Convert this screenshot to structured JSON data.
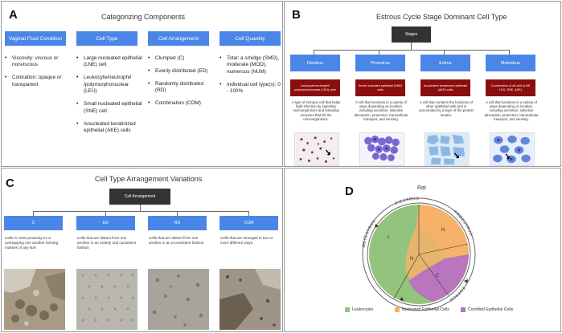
{
  "panelA": {
    "letter": "A",
    "title": "Categorizing Components",
    "columns": [
      {
        "header": "Vaginal Fluid Condition",
        "items": [
          "Viscosity: viscous or nonviscous",
          "Coloration: opaque or transparent"
        ]
      },
      {
        "header": "Cell Type",
        "items": [
          "Large nucleated epithelial (LNE) cell",
          "Leukocyte/neutrophil /polymorphonuclear (LEU)",
          "Small nucleated epithelial (SNE) cell",
          "Anucleated keratinized epithelial (AKE) cells"
        ]
      },
      {
        "header": "Cell Arrangement",
        "items": [
          "Clumped (C)",
          "Evenly distributed (ED)",
          "Randomly distributed (RD)",
          "Combination (COM)"
        ]
      },
      {
        "header": "Cell Quantity",
        "items": [
          "Total: a smidge (SMD), moderate (MOD), numerous (NUM)",
          "Individual cell type(s): 0 - 100%"
        ]
      }
    ]
  },
  "panelB": {
    "letter": "B",
    "title": "Estrous Cycle Stage Dominant Cell Type",
    "root": "Stages",
    "stages": [
      {
        "name": "Diestrus",
        "cell": "Leukocyte/neutrophil/ polymorphonuclear (LEU) cells",
        "desc": "A type of immune cell that helps fight infection by ingesting microorganisms and releasing enzymes that kill the microorganisms."
      },
      {
        "name": "Proestrus",
        "cell": "Small nucleated epithelial (SNE) cells",
        "desc": "A cell that functions in a variety of ways depending on location, including secretion, selective absorption, protection, transcellular transport, and sensing."
      },
      {
        "name": "Estrus",
        "cell": "Anucleated keratinized epithelial (AKE) cells",
        "desc": "A cell that contains the functions of other epithelial cells and is surrounded by a layer of the protein keratin."
      },
      {
        "name": "Metestrus",
        "cell": "Combination of all cells (LNE LEU, SNE, AKE)",
        "desc": "A cell that functions in a variety of ways depending on location, including secretion, selective absorption, protection, transcellular transport, and sensing."
      }
    ]
  },
  "panelC": {
    "letter": "C",
    "title": "Cell Type Arrangement Variations",
    "root": "Cell Arrangement",
    "types": [
      {
        "code": "C",
        "desc": "Cells in close proximity to or overlapping one another forming masses of any size"
      },
      {
        "code": "ED",
        "desc": "Cells that are distant from one another in an orderly and consistent fashion"
      },
      {
        "code": "RD",
        "desc": "Cells that are distant from one another in an inconsistent fashion"
      },
      {
        "code": "COM",
        "desc": "Cells that are arranged in two or more different ways"
      }
    ]
  },
  "panelD": {
    "letter": "D",
    "title": "Rat",
    "ring_labels": [
      "METESTRUS",
      "DIESTRUS",
      "PROESTRUS",
      "ESTRUS"
    ],
    "region_labels": [
      "L",
      "N",
      "N",
      "C"
    ],
    "legend": [
      {
        "label": "Leukocytes",
        "color": "#93c47d"
      },
      {
        "label": "Nucleated Epithelial Cells",
        "color": "#f6b26b"
      },
      {
        "label": "Cornified Epithelial Cells",
        "color": "#b46fc7"
      }
    ]
  }
}
